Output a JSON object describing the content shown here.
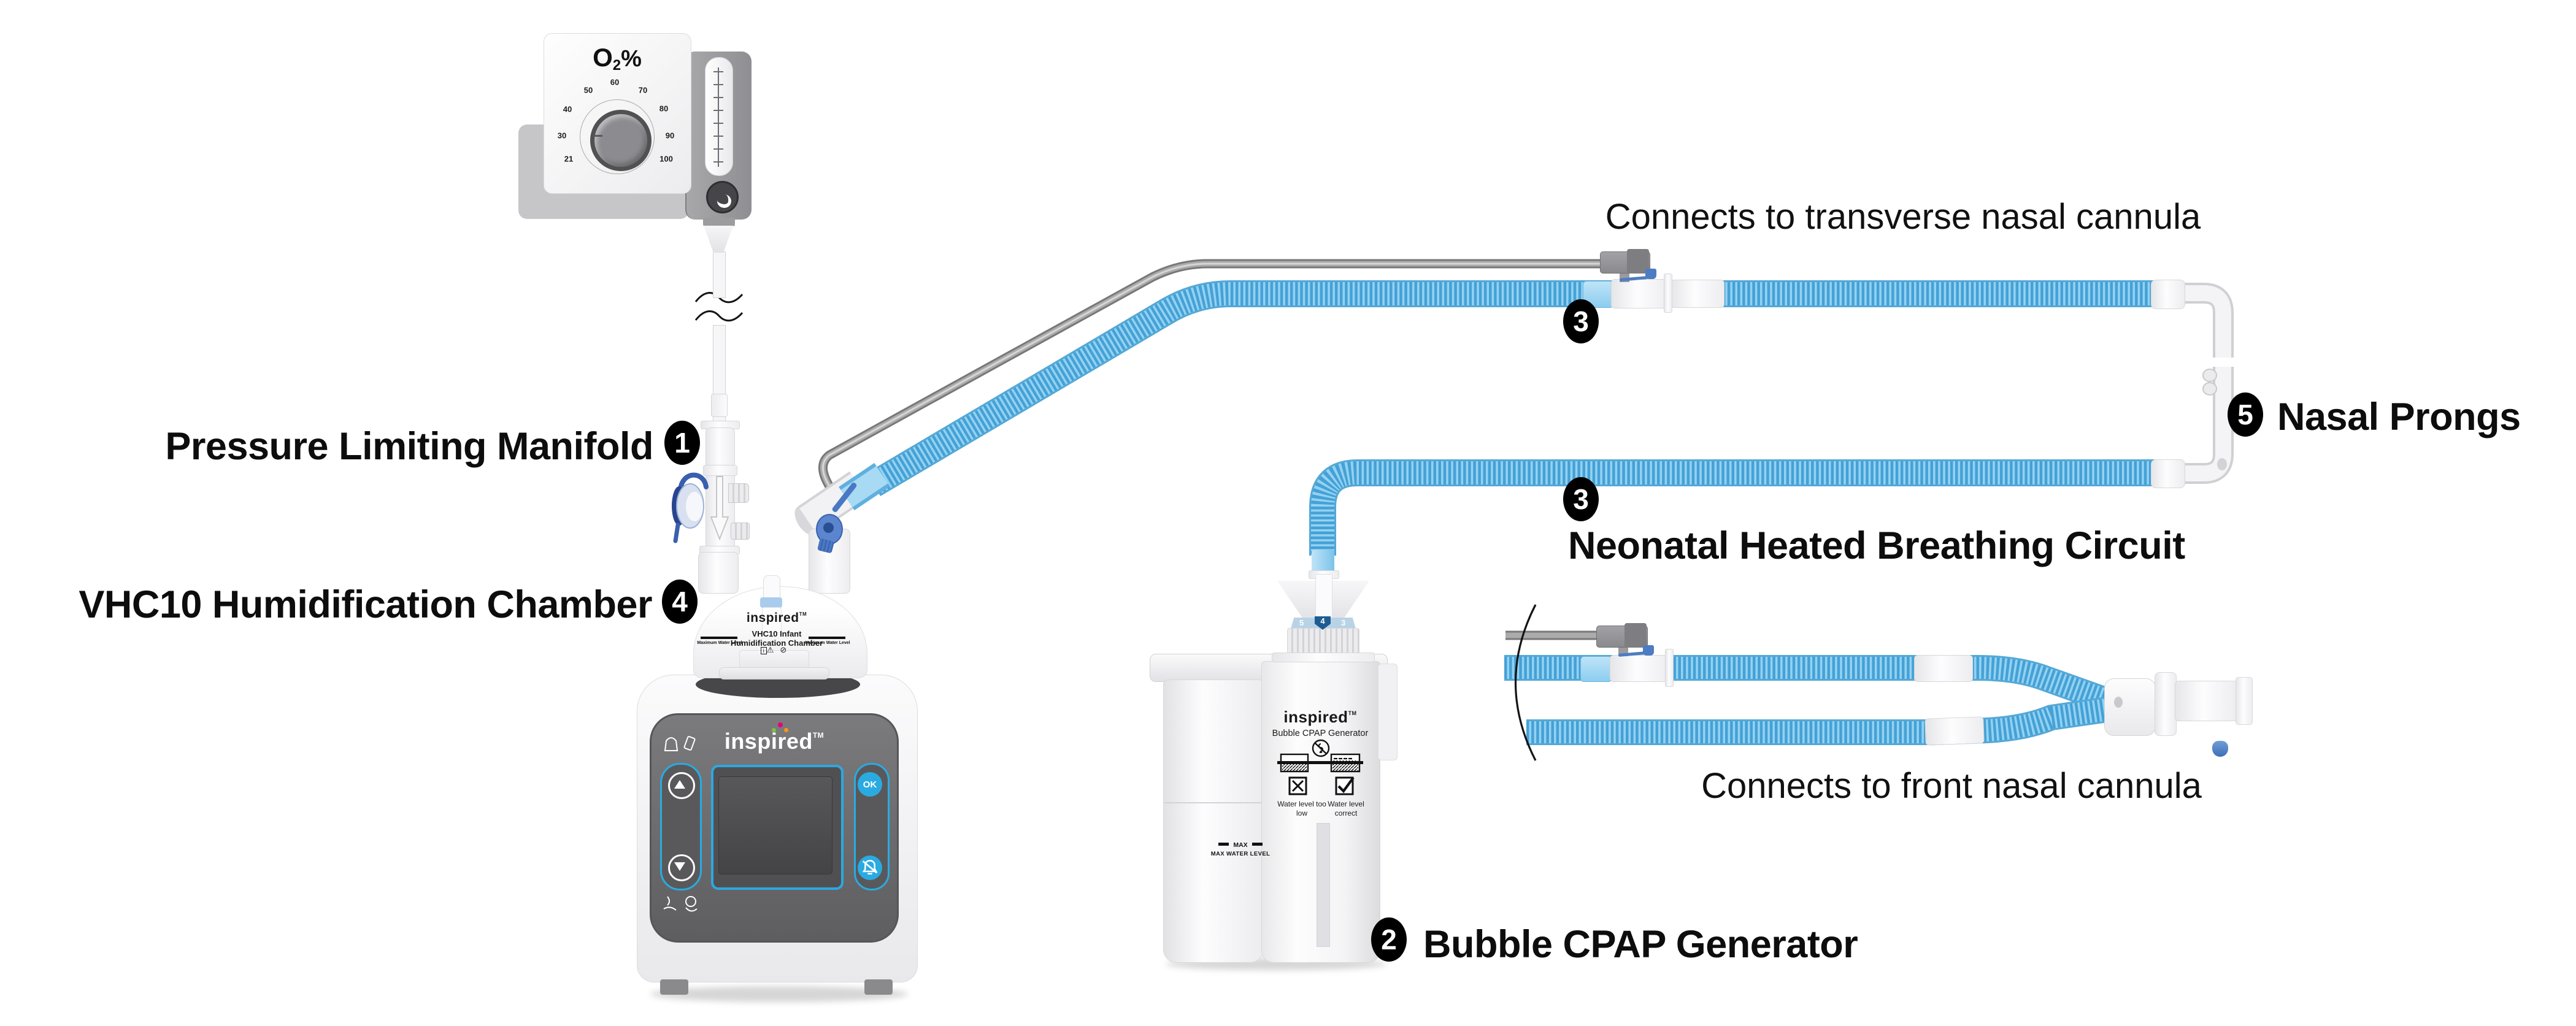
{
  "colors": {
    "tube_blue": "#45a1d6",
    "tube_blue_light": "#93d2f2",
    "accent_cyan": "#29abe2",
    "clamp_blue": "#4a78c4",
    "panel_dark": "#6b6b6d",
    "badge_black": "#000000"
  },
  "annotations": {
    "manifold": {
      "label": "Pressure Limiting Manifold",
      "number": "1"
    },
    "generator": {
      "label": "Bubble CPAP Generator",
      "number": "2"
    },
    "circuit_top": {
      "number": "3"
    },
    "circuit_bottom": {
      "label": "Neonatal Heated Breathing Circuit",
      "number": "3"
    },
    "chamber": {
      "label": "VHC10 Humidification Chamber",
      "number": "4"
    },
    "prongs": {
      "label": "Nasal Prongs",
      "number": "5"
    },
    "connect_transverse": "Connects to transverse nasal cannula",
    "connect_front": "Connects to front nasal cannula"
  },
  "blender": {
    "o2_o": "O",
    "o2_sub": "2",
    "o2_pct": "%",
    "dial_ticks": [
      "21",
      "30",
      "40",
      "50",
      "60",
      "70",
      "80",
      "90",
      "100"
    ]
  },
  "humidifier": {
    "brand": "inspired",
    "tm": "TM",
    "ok": "OK"
  },
  "chamber_unit": {
    "brand": "inspired",
    "tm": "TM",
    "line1": "VHC10 Infant",
    "line2": "Humidification Chamber",
    "max_left": "Maximum Water Level",
    "max_right": "Maximum Water Level",
    "info_letter": "i",
    "warn_glyph": "⚠",
    "no_glyph": "⊘"
  },
  "generator_unit": {
    "brand": "inspired",
    "tm": "TM",
    "subtitle": "Bubble CPAP Generator",
    "water_low": "Water level too low",
    "water_correct": "Water level correct",
    "max": "MAX",
    "max_water": "MAX WATER LEVEL",
    "dial": [
      "5",
      "4",
      "3"
    ]
  }
}
